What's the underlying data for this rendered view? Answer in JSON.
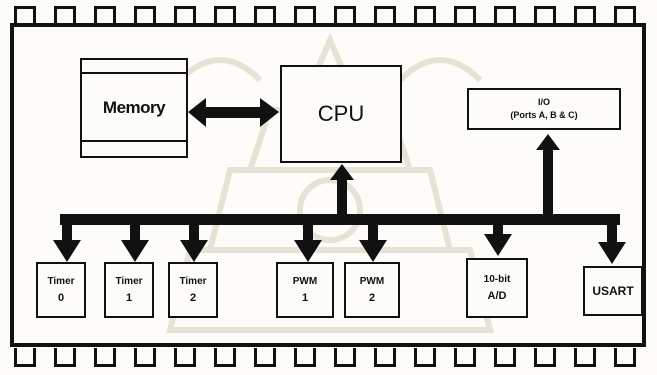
{
  "diagram": {
    "memory_label": "Memory",
    "cpu_label": "CPU",
    "io": {
      "line1": "I/O",
      "line2": "(Ports A, B & C)"
    },
    "peripherals": [
      {
        "line1": "Timer",
        "line2": "0"
      },
      {
        "line1": "Timer",
        "line2": "1"
      },
      {
        "line1": "Timer",
        "line2": "2"
      },
      {
        "line1": "PWM",
        "line2": "1"
      },
      {
        "line1": "PWM",
        "line2": "2"
      },
      {
        "line1": "10-bit",
        "line2": "A/D"
      },
      {
        "line1": "USART",
        "line2": ""
      }
    ]
  },
  "colors": {
    "ink": "#111111",
    "paper": "#fdfcf8",
    "watermark": "#e6e2d6"
  }
}
